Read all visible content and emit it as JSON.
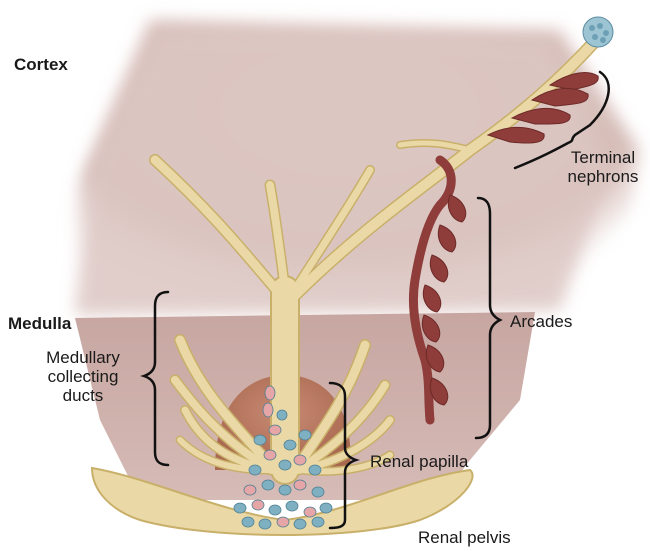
{
  "labels": {
    "cortex": "Cortex",
    "medulla": "Medulla",
    "medullary_ducts": [
      "Medullary",
      "collecting",
      "ducts"
    ],
    "terminal_nephrons": [
      "Terminal",
      "nephrons"
    ],
    "arcades": "Arcades",
    "renal_papilla": "Renal papilla",
    "renal_pelvis": "Renal pelvis"
  },
  "colors": {
    "cortex_tissue": "#d9c3bf",
    "medulla_tissue": "#c9a9a4",
    "duct_fill": "#ead9a6",
    "duct_stroke": "#c9b06a",
    "nephron": "#8e3d3a",
    "papilla": "#b97a66",
    "cell_blue": "#7fb0c2",
    "cell_pink": "#e6a5a6"
  }
}
